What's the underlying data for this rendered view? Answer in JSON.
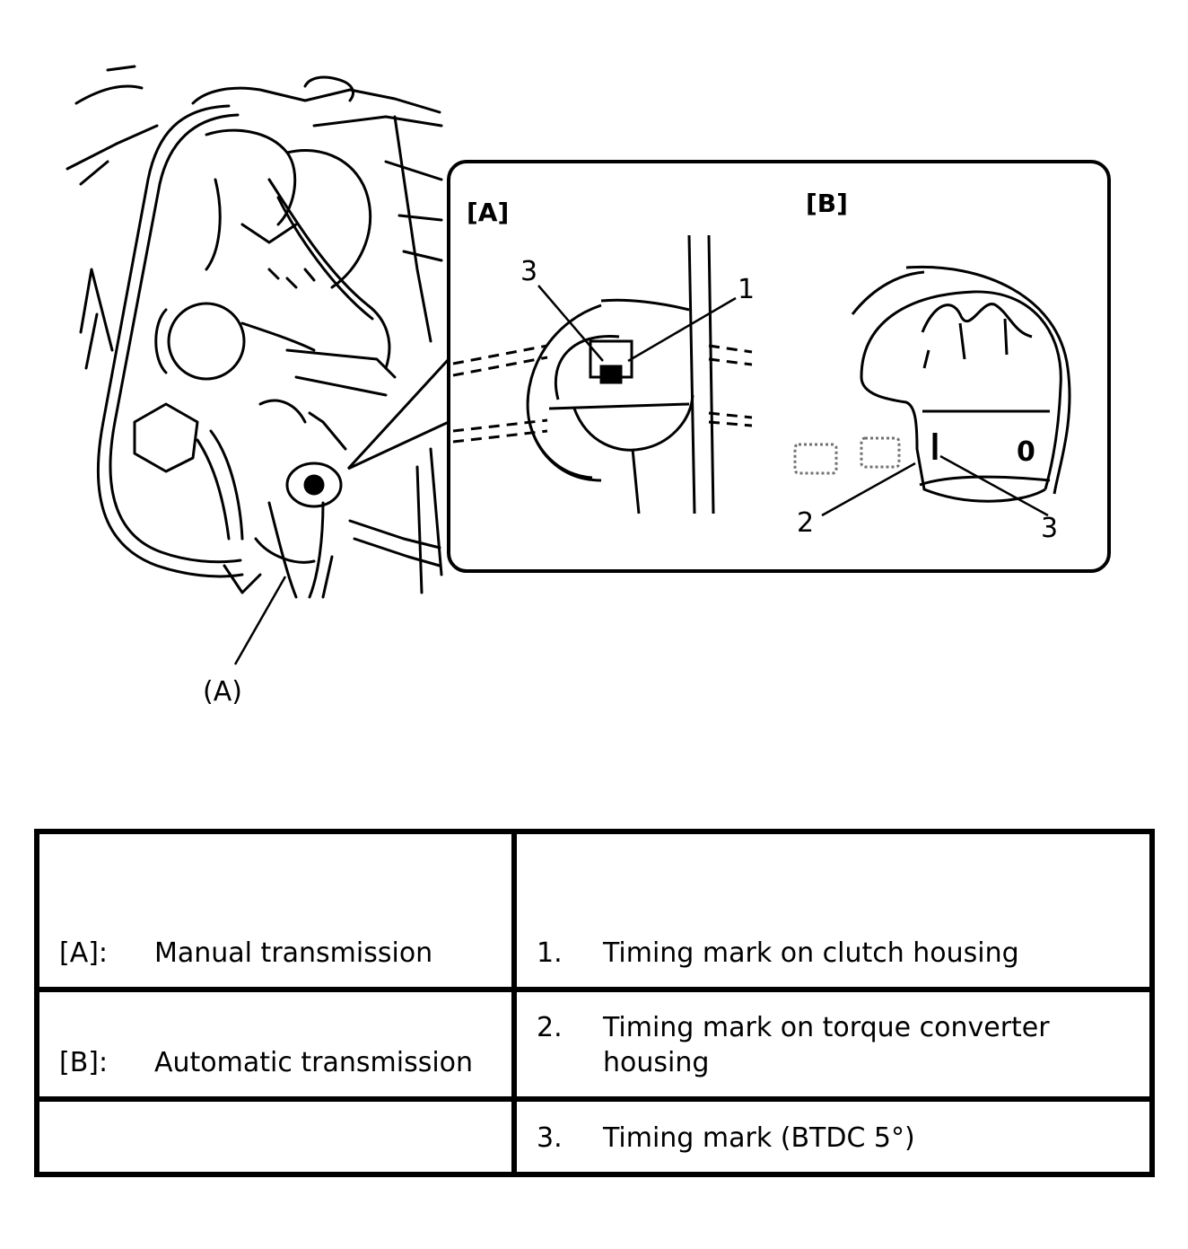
{
  "callouts": {
    "inset_a": "[A]",
    "inset_b": "[B]",
    "arrow_a": "(A)",
    "n1": "1",
    "n2": "2",
    "n3a": "3",
    "n3b": "3",
    "scale_0": "0"
  },
  "legend": {
    "rows": [
      {
        "code": "[A]:",
        "code_text": "Manual transmission",
        "num": "1.",
        "num_text": "Timing mark on clutch housing"
      },
      {
        "code": "[B]:",
        "code_text": "Automatic transmission",
        "num": "2.",
        "num_text": "Timing mark on torque converter housing"
      },
      {
        "code": "",
        "code_text": "",
        "num": "3.",
        "num_text": "Timing mark (BTDC 5°)"
      }
    ]
  }
}
